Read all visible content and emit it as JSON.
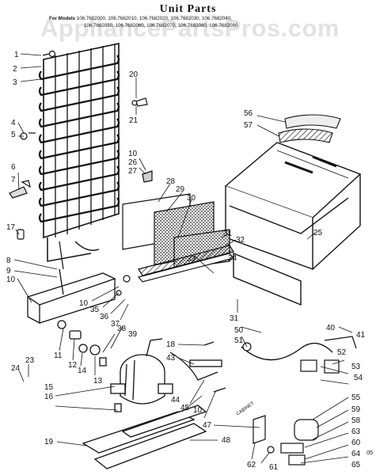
{
  "header": {
    "title": "Unit Parts",
    "models_lead": "For Models",
    "models_line1": "106.7682000, 106.7682010, 106.7682020, 106.7682030, 106.7682040,",
    "models_line2": "106.7682050, 106.7682060, 106.7682070, 106.7682080, 106.7682090"
  },
  "watermark": "AppliancePartsPros.com",
  "corner_code": "05",
  "labels": {
    "l1": "1",
    "l2": "2",
    "l3": "3",
    "l4": "4",
    "l5": "5",
    "l6": "6",
    "l7": "7",
    "l17": "17",
    "l8": "8",
    "l9": "9",
    "l10a": "10",
    "l10b": "10",
    "l10c": "10",
    "l10d": "10",
    "l20": "20",
    "l21": "21",
    "l26": "26",
    "l27": "27",
    "l28": "28",
    "l29": "29",
    "l30": "30",
    "l56": "56",
    "l57": "57",
    "l25": "25",
    "l31a": "31",
    "l31b": "31",
    "l32": "32",
    "l33": "33",
    "l34": "34",
    "l35": "35",
    "l36": "36",
    "l37": "37",
    "l38": "38",
    "l39": "39",
    "l11": "11",
    "l12": "12",
    "l14": "14",
    "l13": "13",
    "l15": "15",
    "l16": "16",
    "l23": "23",
    "l24": "24",
    "l18": "18",
    "l43": "43",
    "l44": "44",
    "l45": "45",
    "l19": "19",
    "l47": "47",
    "l48": "48",
    "l50": "50",
    "l51": "51",
    "l40": "40",
    "l41": "41",
    "l52": "52",
    "l53": "53",
    "l54": "54",
    "l55": "55",
    "l59": "59",
    "l58": "58",
    "l63": "63",
    "l60": "60",
    "l64": "64",
    "l65": "65",
    "l61": "61",
    "l62": "62",
    "cabinet": "CABINET"
  }
}
